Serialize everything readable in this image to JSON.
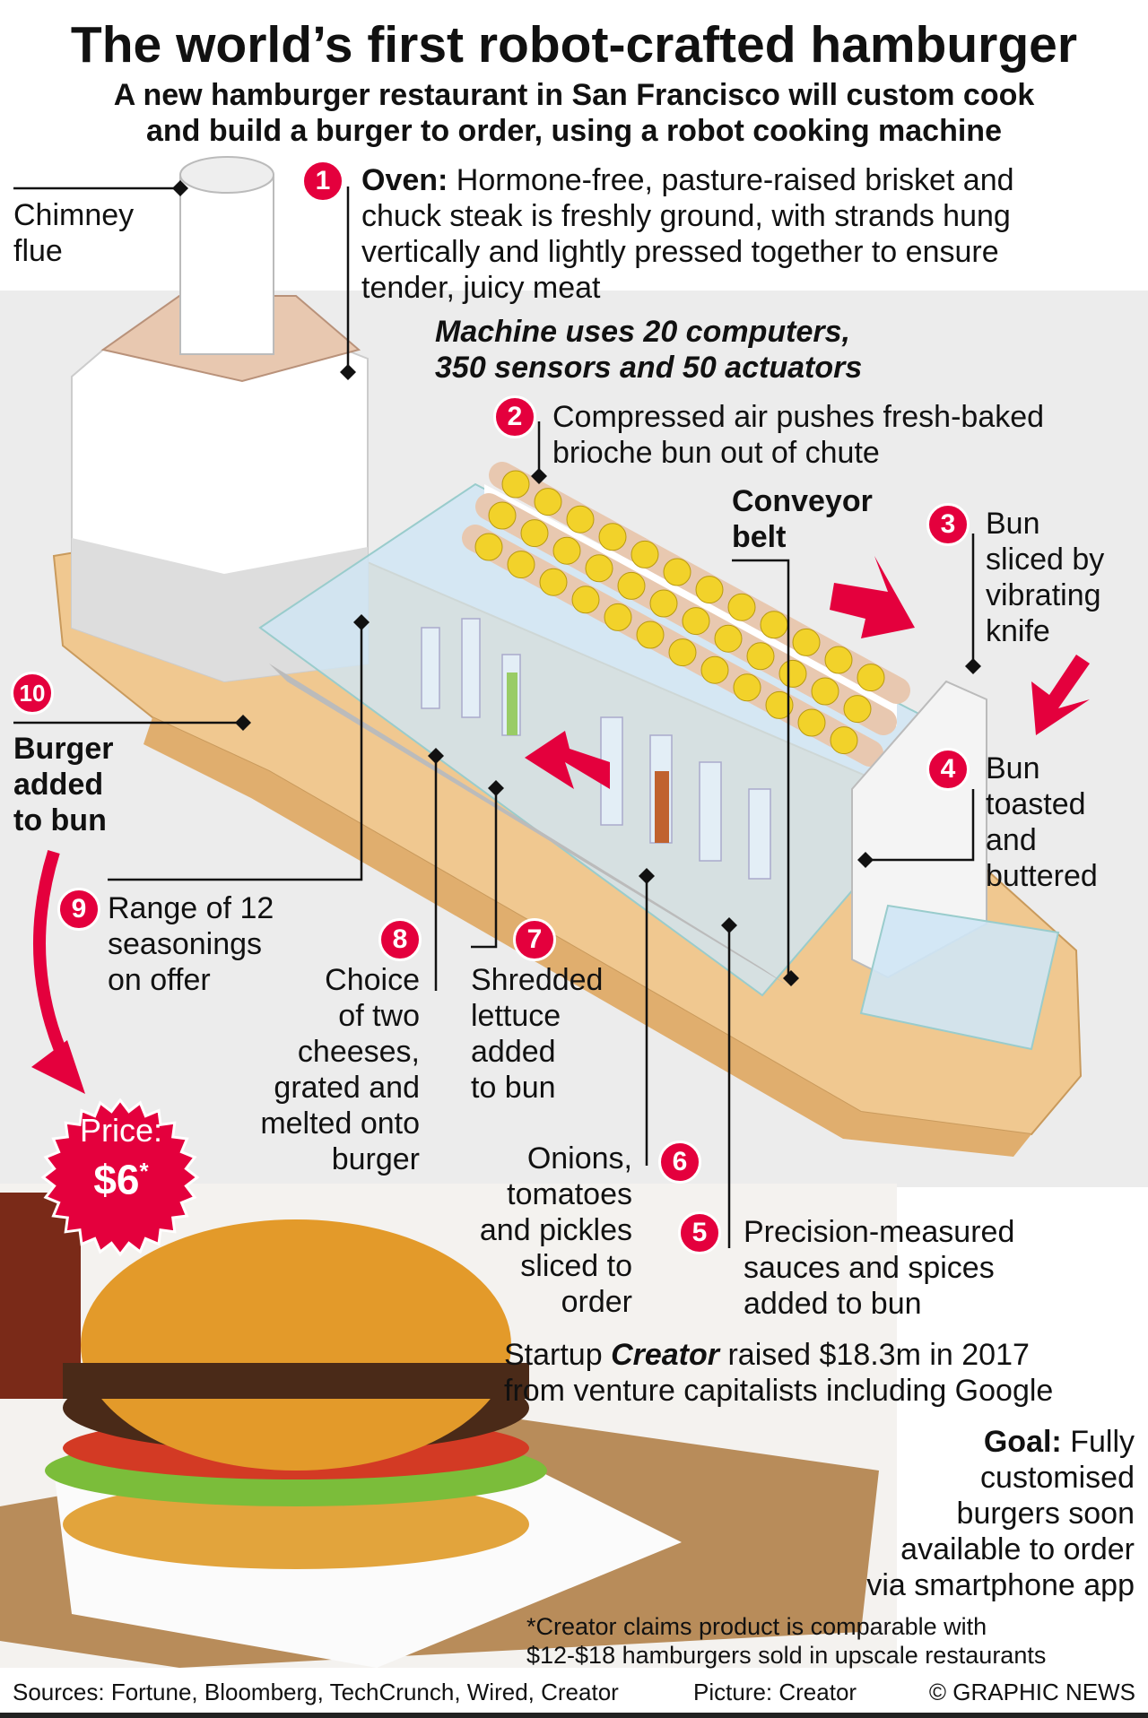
{
  "title": "The world’s first robot-crafted hamburger",
  "subtitle": [
    "A new hamburger restaurant in San Francisco will custom cook",
    "and build a burger to order, using a robot cooking machine"
  ],
  "chimney": [
    "Chimney",
    "flue"
  ],
  "steps": {
    "oven": {
      "num": "1",
      "lead": "Oven:",
      "lines": [
        " Hormone-free, pasture-raised brisket and",
        "chuck steak is freshly ground, with strands hung",
        "vertically and lightly pressed together to ensure",
        "tender, juicy meat"
      ]
    },
    "s2": {
      "num": "2",
      "lines": [
        "Compressed air pushes fresh-baked",
        "brioche bun out of chute"
      ]
    },
    "s3": {
      "num": "3",
      "lines": [
        "Bun",
        "sliced by",
        "vibrating",
        "knife"
      ]
    },
    "s4": {
      "num": "4",
      "lines": [
        "Bun",
        "toasted",
        "and",
        "buttered"
      ]
    },
    "s5": {
      "num": "5",
      "lines": [
        "Precision-measured",
        "sauces and spices",
        "added to bun"
      ]
    },
    "s6": {
      "num": "6",
      "lines": [
        "Onions,",
        "tomatoes",
        "and pickles",
        "sliced to",
        "order"
      ]
    },
    "s7": {
      "num": "7",
      "lines": [
        "Shredded",
        "lettuce",
        "added",
        "to bun"
      ]
    },
    "s8": {
      "num": "8",
      "lines": [
        "Choice",
        "of two",
        "cheeses,",
        "grated and",
        "melted onto",
        "burger"
      ]
    },
    "s9": {
      "num": "9",
      "lines": [
        "Range of 12",
        "seasonings",
        "on offer"
      ]
    },
    "s10": {
      "num": "10",
      "lines": [
        "Burger",
        "added",
        "to bun"
      ]
    }
  },
  "machine_stats": [
    "Machine uses 20 computers,",
    "350 sensors and 50 actuators"
  ],
  "conveyor": [
    "Conveyor",
    "belt"
  ],
  "price": {
    "label": "Price:",
    "value": "$6",
    "mark": "*"
  },
  "startup": {
    "pre": "Startup ",
    "name": "Creator",
    "post": " raised $18.3m in 2017",
    "line2": "from venture capitalists including Google"
  },
  "goal": {
    "lead": "Goal:",
    "first": " Fully",
    "lines": [
      "customised",
      "burgers soon",
      "available to order",
      "via smartphone app"
    ]
  },
  "footnote": [
    "*Creator claims product is comparable with",
    "$12-$18 hamburgers sold in upscale restaurants"
  ],
  "footer": {
    "sources": "Sources: Fortune, Bloomberg, TechCrunch, Wired, Creator",
    "picture": "Picture: Creator",
    "credit": "© GRAPHIC NEWS"
  },
  "colors": {
    "accent": "#e4003d",
    "tan": "#f0c890",
    "glass": "#cfe6f5",
    "bun": "#f2d22a"
  }
}
